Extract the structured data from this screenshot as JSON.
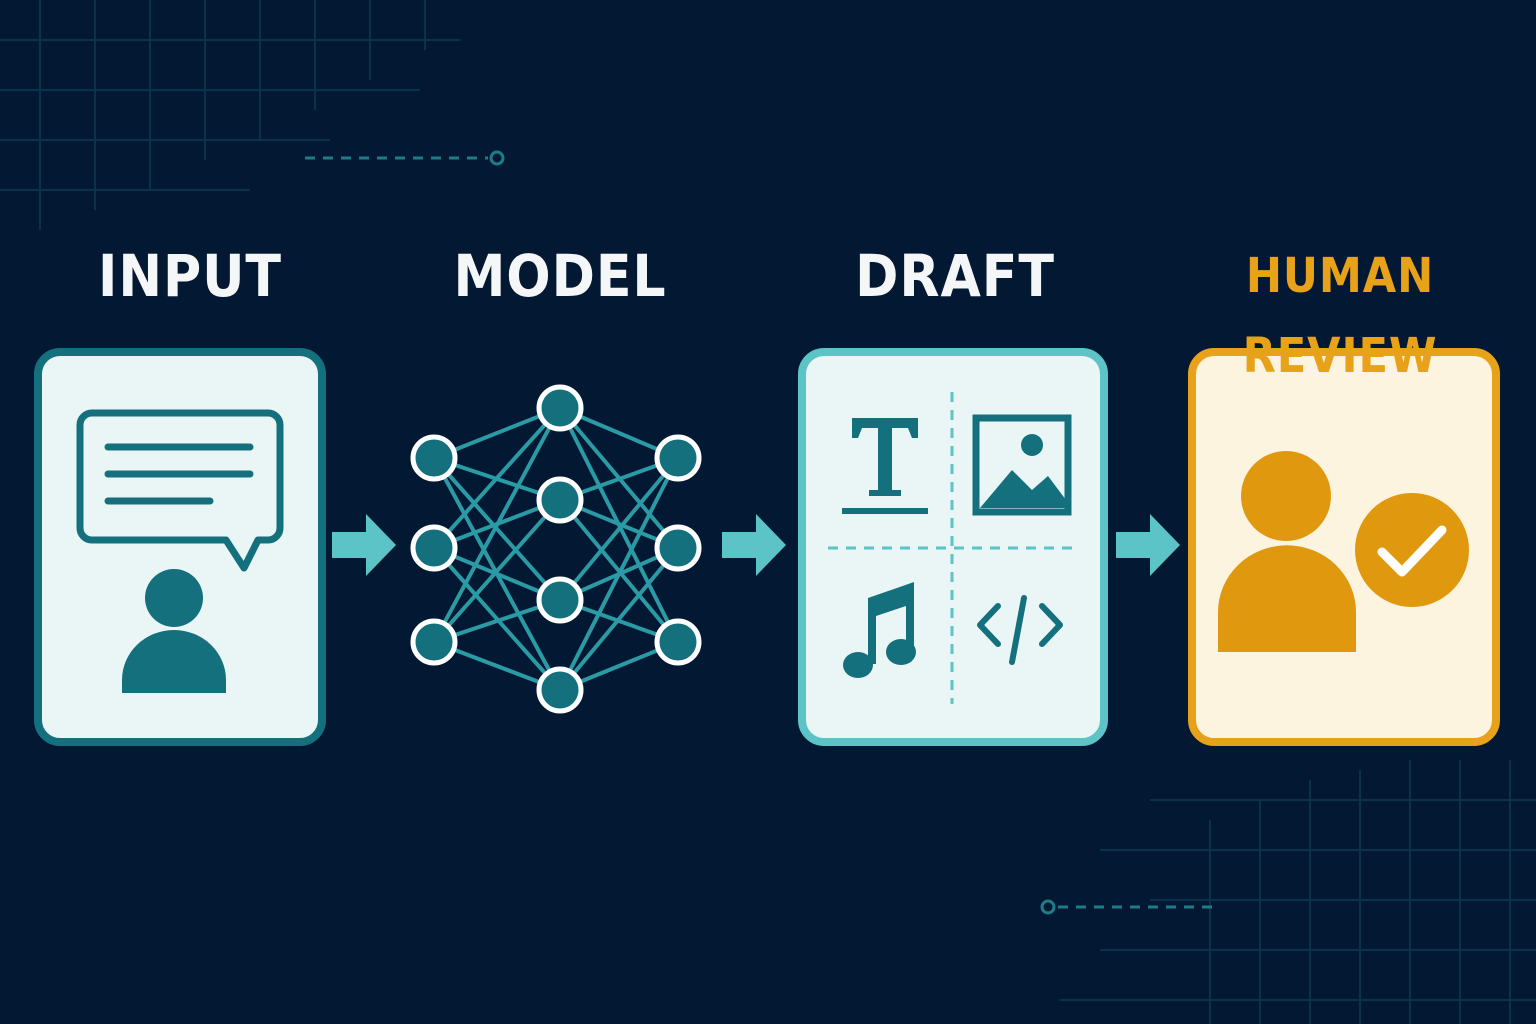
{
  "stages": [
    {
      "label": "INPUT",
      "icon": "chat-user-icon"
    },
    {
      "label": "MODEL",
      "icon": "neural-network-icon"
    },
    {
      "label": "DRAFT",
      "icon": "media-grid-icon"
    },
    {
      "label": "HUMAN REVIEW",
      "icon": "user-check-icon"
    }
  ],
  "draft_icons": [
    "text-icon",
    "image-icon",
    "music-icon",
    "code-icon"
  ],
  "colors": {
    "background": "#031833",
    "grid": "#0c3b55",
    "teal_dark": "#15707e",
    "teal_light": "#5cc4c6",
    "card_fill": "#eaf5f5",
    "amber": "#e0990f",
    "amber_fill": "#fdf4e0",
    "label_text": "#f4f6f8",
    "review_text": "#e8a21a"
  }
}
